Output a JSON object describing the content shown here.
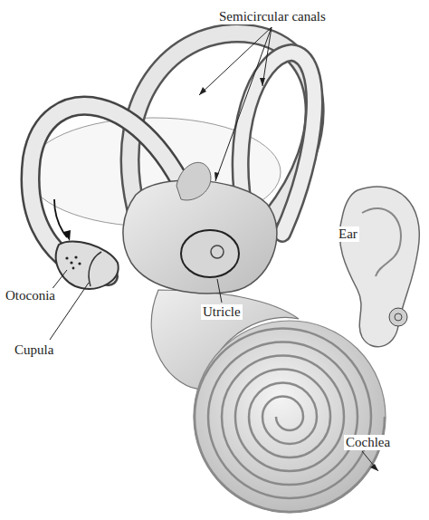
{
  "diagram": {
    "labels": [
      "Semicircular canals",
      "Ear",
      "Otoconia",
      "Cupula",
      "Utricle",
      "Cochlea"
    ]
  }
}
